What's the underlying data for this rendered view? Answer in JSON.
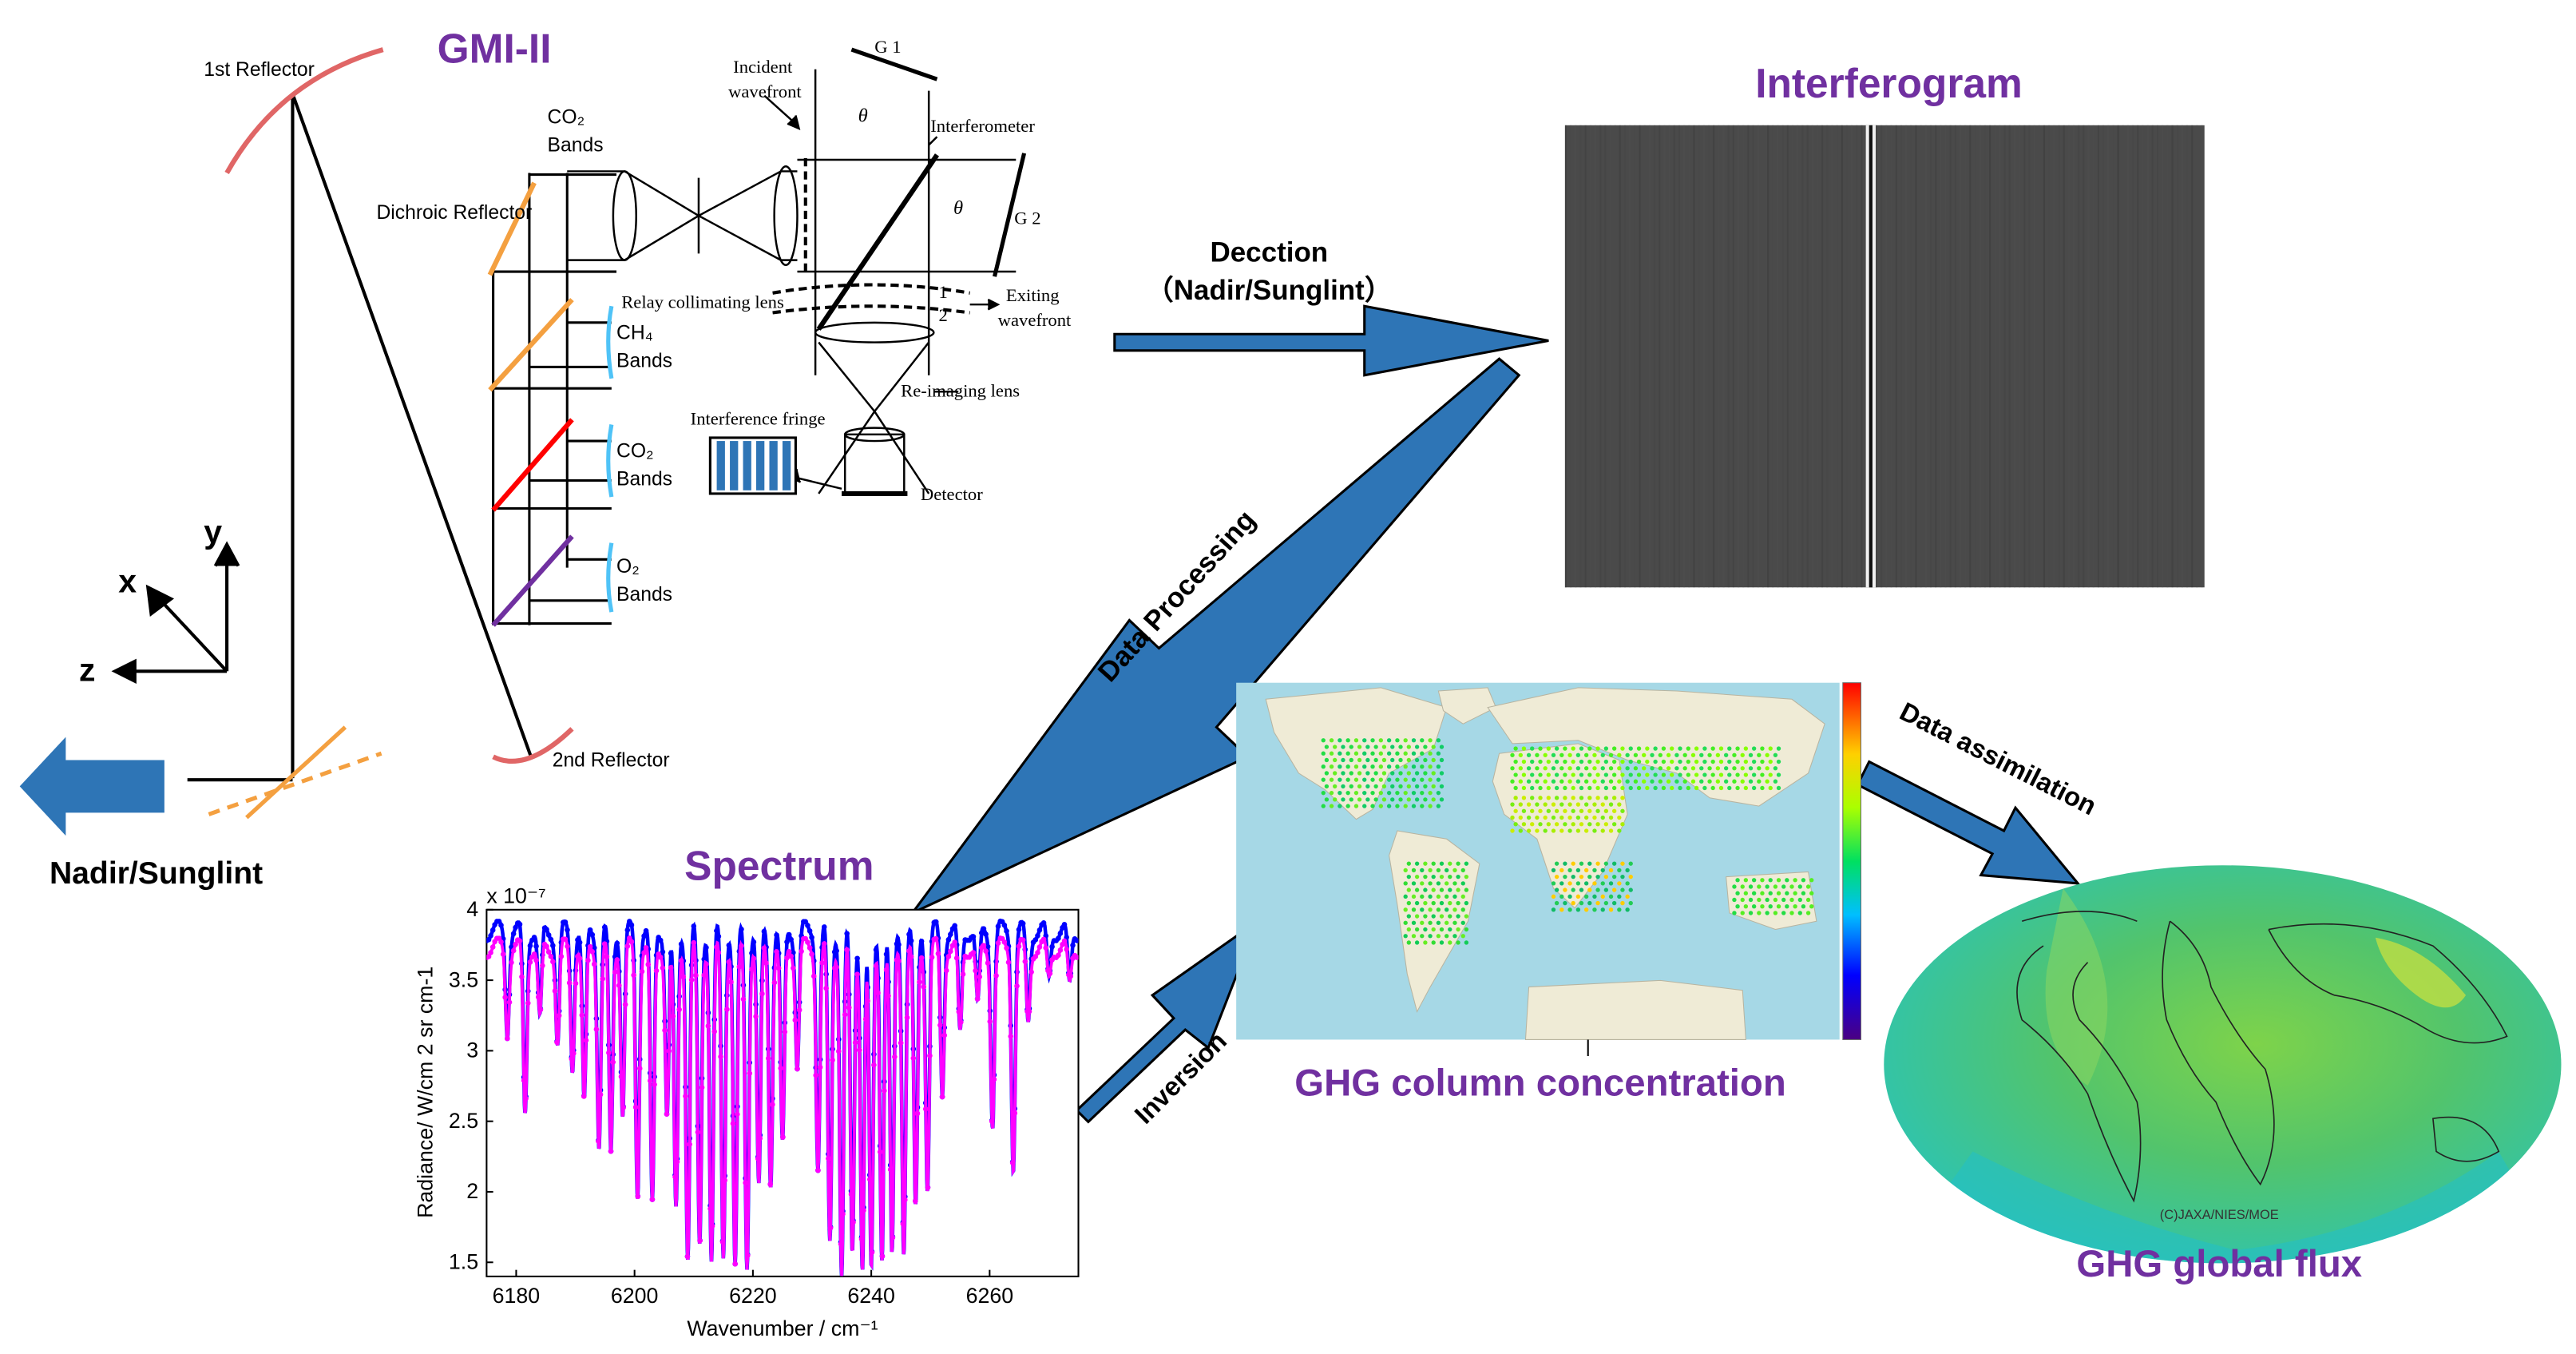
{
  "titles": {
    "gmi": "GMI-II",
    "interferogram": "Interferogram",
    "spectrum": "Spectrum",
    "ghg_column": "GHG column concentration",
    "ghg_flux": "GHG global flux"
  },
  "optics": {
    "first_reflector": "1st Reflector",
    "second_reflector": "2nd Reflector",
    "dichroic_reflector": "Dichroic Reflector",
    "co2_bands_top": "CO₂",
    "bands_word_1": "Bands",
    "ch4": "CH₄",
    "bands_word_2": "Bands",
    "co2_bands_mid": "CO₂",
    "bands_word_3": "Bands",
    "o2": "O₂",
    "bands_word_4": "Bands",
    "incident_1": "Incident",
    "incident_2": "wavefront",
    "g1": "G 1",
    "g2": "G 2",
    "theta": "θ",
    "interferometer": "Interferometer",
    "relay_lens": "Relay collimating lens",
    "exiting_1": "Exiting",
    "exiting_2": "wavefront",
    "num_1": "1",
    "num_2": "2",
    "reimaging_lens": "Re-imaging lens",
    "interference_fringe": "Interference fringe",
    "detector": "Detector"
  },
  "axes_labels": {
    "x": "x",
    "y": "y",
    "z": "z"
  },
  "nadir": "Nadir/Sunglint",
  "arrows": {
    "detection_1": "Decction",
    "detection_2": "（Nadir/Sunglint）",
    "data_processing": "Data Processing",
    "inversion": "Inversion",
    "data_assimilation": "Data assimilation"
  },
  "flux_credit": "(C)JAXA/NIES/MOE",
  "colors": {
    "arrow_fill": "#2E75B6",
    "title_purple": "#7030A0",
    "reflector_red": "#E06666",
    "orange": "#F4A040",
    "red": "#FF0000",
    "violet": "#7030A0",
    "cyan": "#4FC3F7"
  },
  "chart_data": {
    "type": "line",
    "title": "Spectrum",
    "xlabel": "Wavenumber / cm⁻¹",
    "ylabel": "Radiance/ W/cm 2 sr cm-1",
    "y_multiplier": "x 10⁻⁷",
    "xlim": [
      6175,
      6275
    ],
    "ylim": [
      1.4,
      4.0
    ],
    "x_ticks": [
      6180,
      6200,
      6220,
      6240,
      6260
    ],
    "y_ticks": [
      1.5,
      2,
      2.5,
      3,
      3.5,
      4
    ],
    "x_tick_labels": [
      "6180",
      "6200",
      "6220",
      "6240",
      "6260"
    ],
    "y_tick_labels": [
      "1.5",
      "2",
      "2.5",
      "3",
      "3.5",
      "4"
    ],
    "continuum": 3.85,
    "absorption_lines": [
      {
        "x": 6178.5,
        "y": 3.15
      },
      {
        "x": 6181.5,
        "y": 2.55
      },
      {
        "x": 6184.0,
        "y": 3.2
      },
      {
        "x": 6187.0,
        "y": 3.05
      },
      {
        "x": 6189.5,
        "y": 2.9
      },
      {
        "x": 6191.5,
        "y": 2.6
      },
      {
        "x": 6194.0,
        "y": 2.35
      },
      {
        "x": 6196.0,
        "y": 2.25
      },
      {
        "x": 6198.0,
        "y": 2.55
      },
      {
        "x": 6200.5,
        "y": 2.0
      },
      {
        "x": 6203.0,
        "y": 1.88
      },
      {
        "x": 6205.5,
        "y": 2.55
      },
      {
        "x": 6207.0,
        "y": 1.85
      },
      {
        "x": 6209.0,
        "y": 1.55
      },
      {
        "x": 6211.0,
        "y": 1.62
      },
      {
        "x": 6213.0,
        "y": 1.5
      },
      {
        "x": 6215.0,
        "y": 1.55
      },
      {
        "x": 6217.0,
        "y": 1.45
      },
      {
        "x": 6219.0,
        "y": 1.5
      },
      {
        "x": 6221.0,
        "y": 2.0
      },
      {
        "x": 6223.0,
        "y": 2.1
      },
      {
        "x": 6225.0,
        "y": 2.3
      },
      {
        "x": 6227.5,
        "y": 2.9
      },
      {
        "x": 6231.0,
        "y": 2.2
      },
      {
        "x": 6233.0,
        "y": 1.62
      },
      {
        "x": 6235.0,
        "y": 1.42
      },
      {
        "x": 6236.8,
        "y": 1.55
      },
      {
        "x": 6238.5,
        "y": 1.48
      },
      {
        "x": 6240.0,
        "y": 1.4
      },
      {
        "x": 6241.8,
        "y": 1.58
      },
      {
        "x": 6243.5,
        "y": 1.5
      },
      {
        "x": 6245.5,
        "y": 1.62
      },
      {
        "x": 6247.5,
        "y": 1.85
      },
      {
        "x": 6249.5,
        "y": 2.05
      },
      {
        "x": 6252.0,
        "y": 2.7
      },
      {
        "x": 6255.0,
        "y": 3.1
      },
      {
        "x": 6258.0,
        "y": 3.3
      },
      {
        "x": 6260.5,
        "y": 2.5
      },
      {
        "x": 6264.0,
        "y": 2.2
      },
      {
        "x": 6266.5,
        "y": 3.2
      },
      {
        "x": 6270.0,
        "y": 3.5
      },
      {
        "x": 6273.5,
        "y": 3.45
      }
    ],
    "series": [
      {
        "name": "",
        "color": "#0000FF"
      },
      {
        "name": "",
        "color": "#FF00FF"
      }
    ]
  }
}
